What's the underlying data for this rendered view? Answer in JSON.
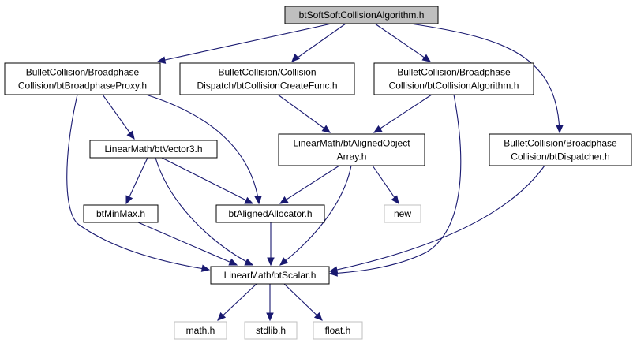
{
  "colors": {
    "edge": "#191970",
    "root_fill": "#bfbfbf",
    "external_border": "#bfbfbf"
  },
  "nodes": {
    "root": {
      "lines": [
        "btSoftSoftCollisionAlgorithm.h"
      ]
    },
    "broadphase_proxy": {
      "lines": [
        "BulletCollision/Broadphase",
        "Collision/btBroadphaseProxy.h"
      ]
    },
    "collision_create_func": {
      "lines": [
        "BulletCollision/Collision",
        "Dispatch/btCollisionCreateFunc.h"
      ]
    },
    "collision_algorithm": {
      "lines": [
        "BulletCollision/Broadphase",
        "Collision/btCollisionAlgorithm.h"
      ]
    },
    "dispatcher": {
      "lines": [
        "BulletCollision/Broadphase",
        "Collision/btDispatcher.h"
      ]
    },
    "vector3": {
      "lines": [
        "LinearMath/btVector3.h"
      ]
    },
    "aligned_object_array": {
      "lines": [
        "LinearMath/btAlignedObject",
        "Array.h"
      ]
    },
    "minmax": {
      "lines": [
        "btMinMax.h"
      ]
    },
    "aligned_allocator": {
      "lines": [
        "btAlignedAllocator.h"
      ]
    },
    "new": {
      "lines": [
        "new"
      ]
    },
    "scalar": {
      "lines": [
        "LinearMath/btScalar.h"
      ]
    },
    "math": {
      "lines": [
        "math.h"
      ]
    },
    "stdlib": {
      "lines": [
        "stdlib.h"
      ]
    },
    "float": {
      "lines": [
        "float.h"
      ]
    }
  }
}
